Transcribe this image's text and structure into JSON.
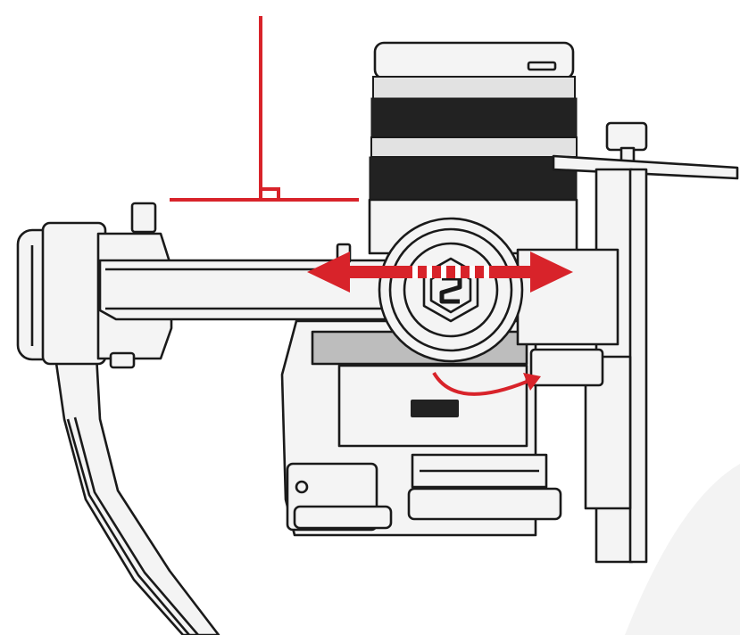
{
  "diagram": {
    "subject": "gimbal-camera-roll-axis-balance",
    "colors": {
      "background": "#ffffff",
      "outline": "#1a1a1a",
      "body_fill": "#f4f4f4",
      "mid_gray": "#8a8a8a",
      "dark_band": "#222222",
      "light_band": "#e2e2e2",
      "accent": "#d8232a"
    },
    "icons": {
      "knob_logo": "hexagon-s-logo-icon",
      "level_mark": "level-reference-icon"
    },
    "annotations": [
      {
        "type": "double-arrow",
        "meaning": "slide-arm-left-right"
      },
      {
        "type": "curved-arrow",
        "meaning": "rotate-direction"
      },
      {
        "type": "level-line",
        "meaning": "horizontal-reference"
      }
    ]
  }
}
